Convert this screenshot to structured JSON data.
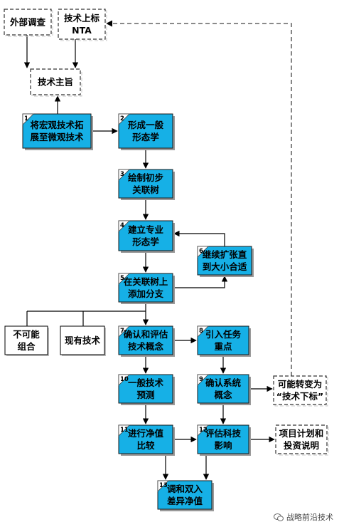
{
  "nodes": {
    "ext": {
      "label": [
        "外部调查"
      ]
    },
    "nta": {
      "label": [
        "技术上标",
        "NTA"
      ]
    },
    "theme": {
      "label": [
        "技术主旨"
      ]
    },
    "n1": {
      "num": "1",
      "label": [
        "将宏观技术拓",
        "展至微观技术"
      ]
    },
    "n2": {
      "num": "2",
      "label": [
        "形成一般",
        "形态学"
      ]
    },
    "n3": {
      "num": "3",
      "label": [
        "绘制初步",
        "关联树"
      ]
    },
    "n4": {
      "num": "4",
      "label": [
        "建立专业",
        "形态学"
      ]
    },
    "n5": {
      "num": "5",
      "label": [
        "在关联树上",
        "添加分支"
      ]
    },
    "n6": {
      "num": "6",
      "label": [
        "继续扩张直",
        "到大小合适"
      ]
    },
    "n7": {
      "num": "7",
      "label": [
        "确认和评估",
        "技术概念"
      ]
    },
    "n8": {
      "num": "8",
      "label": [
        "引入任务",
        "重点"
      ]
    },
    "n9": {
      "num": "9",
      "label": [
        "确认系统",
        "概念"
      ]
    },
    "n10": {
      "num": "10",
      "label": [
        "一般技术",
        "预测"
      ]
    },
    "n11": {
      "num": "11",
      "label": [
        "进行净值",
        "比较"
      ]
    },
    "n12": {
      "num": "12",
      "label": [
        "评估科技",
        "影响"
      ]
    },
    "n13": {
      "num": "13",
      "label": [
        "调和双入",
        "差异净值"
      ]
    },
    "impossible": {
      "label": [
        "不可能",
        "组合"
      ]
    },
    "existing": {
      "label": [
        "现有技术"
      ]
    },
    "maybe": {
      "label": [
        "可能转变为",
        "“技术下标”"
      ]
    },
    "plan": {
      "label": [
        "项目计划和",
        "投资说明"
      ]
    }
  },
  "watermark": {
    "text": "战略前沿技术",
    "icon": "wechat-icon"
  },
  "colors": {
    "box_fill": "#16b0e6",
    "box_border": "#1a1a1a",
    "line": "#000000",
    "dashed": "#444444"
  }
}
